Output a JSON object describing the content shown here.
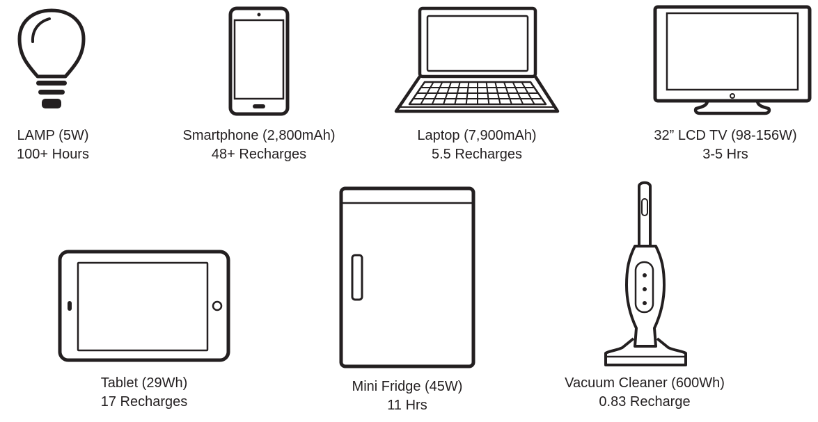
{
  "devices": [
    {
      "id": "lamp",
      "icon": "light-bulb-icon",
      "name": "LAMP (5W)",
      "runtime": "100+ Hours"
    },
    {
      "id": "smartphone",
      "icon": "smartphone-icon",
      "name": "Smartphone (2,800mAh)",
      "runtime": "48+ Recharges"
    },
    {
      "id": "laptop",
      "icon": "laptop-icon",
      "name": "Laptop (7,900mAh)",
      "runtime": "5.5 Recharges"
    },
    {
      "id": "tv",
      "icon": "lcd-tv-icon",
      "name": "32” LCD TV (98-156W)",
      "runtime": "3-5 Hrs"
    },
    {
      "id": "tablet",
      "icon": "tablet-icon",
      "name": "Tablet (29Wh)",
      "runtime": "17 Recharges"
    },
    {
      "id": "fridge",
      "icon": "mini-fridge-icon",
      "name": "Mini Fridge (45W)",
      "runtime": "11 Hrs"
    },
    {
      "id": "vacuum",
      "icon": "vacuum-cleaner-icon",
      "name": "Vacuum Cleaner (600Wh)",
      "runtime": "0.83 Recharge"
    }
  ]
}
